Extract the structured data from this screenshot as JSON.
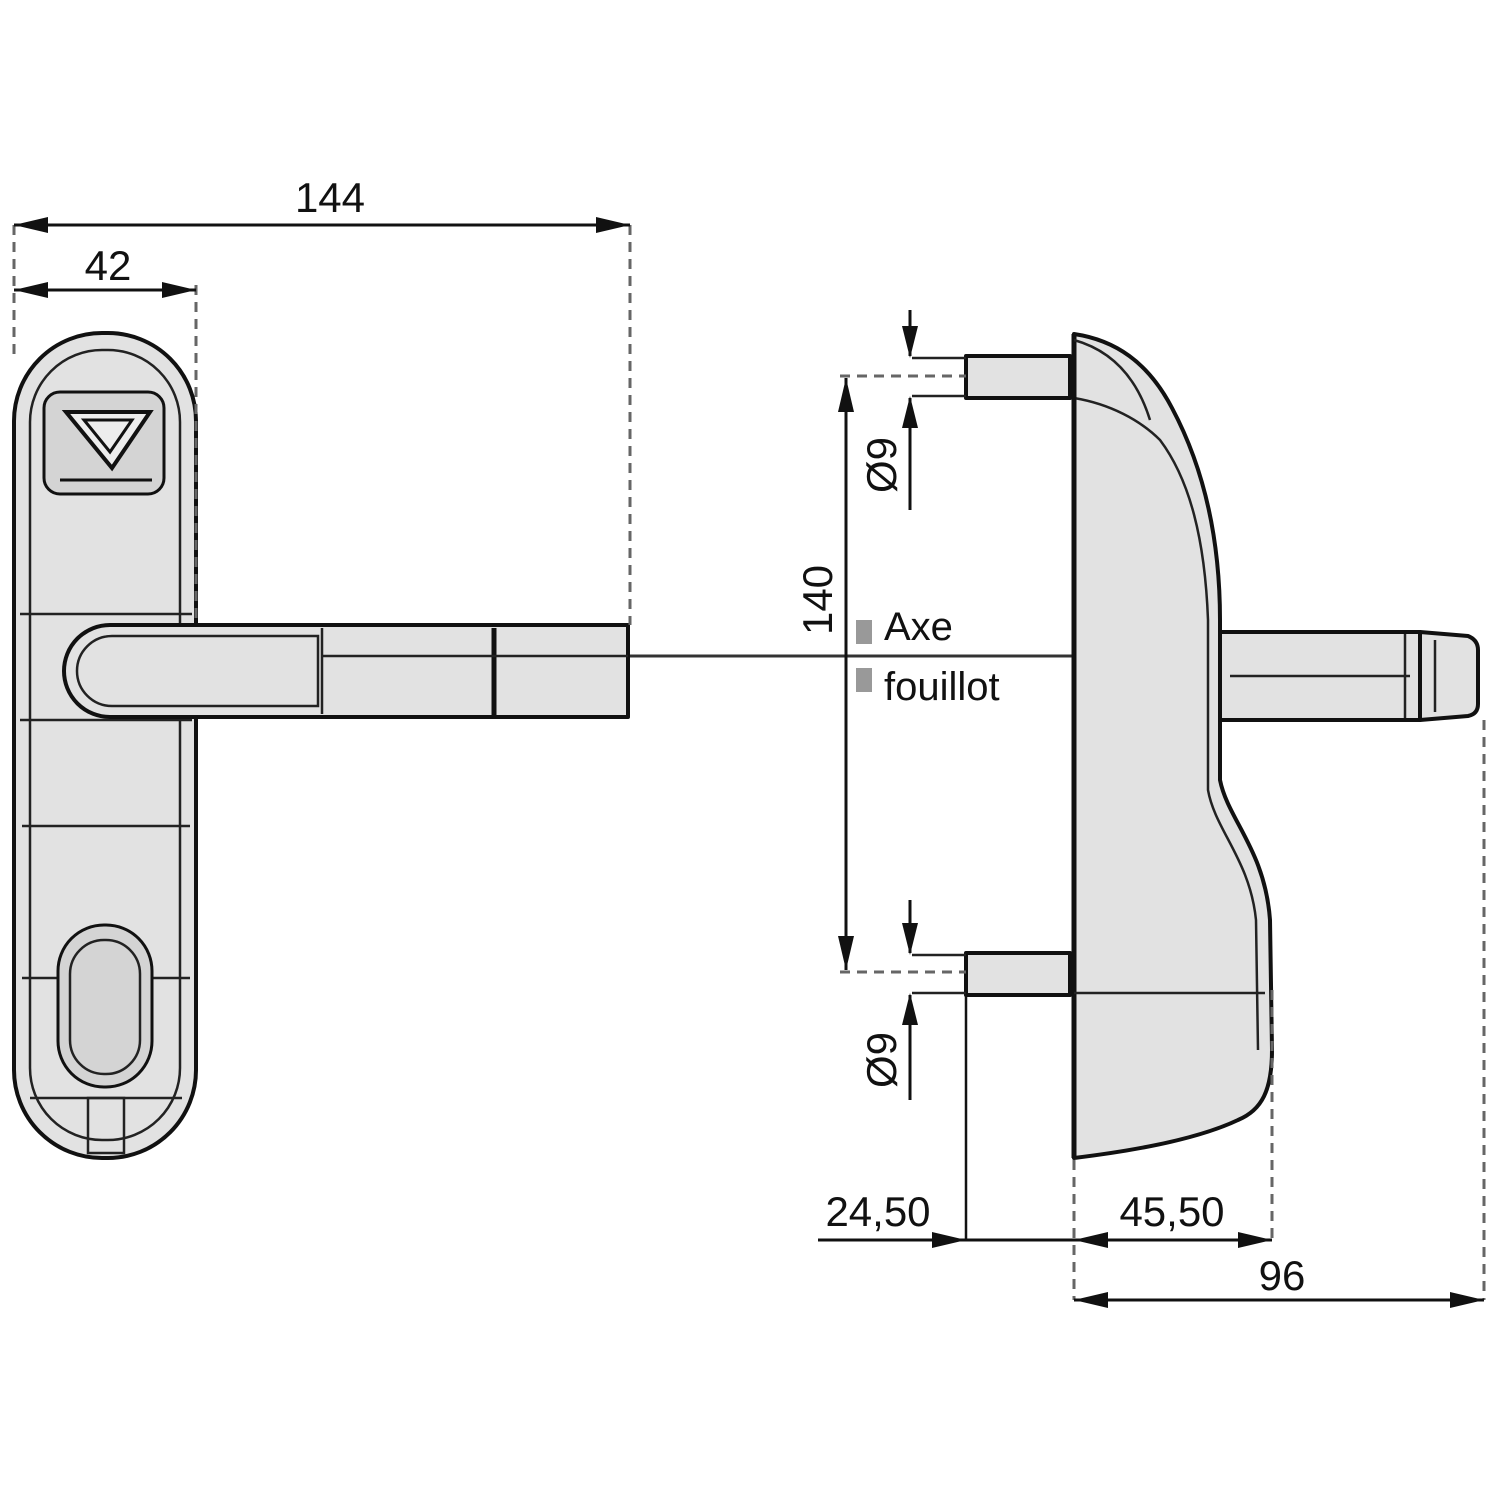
{
  "dimensions": {
    "overall_lever_length": "144",
    "plate_width": "42",
    "fixing_spacing": "140",
    "fixing_diameter_top": "Ø9",
    "fixing_diameter_bottom": "Ø9",
    "stud_projection": "24,50",
    "rose_depth": "45,50",
    "overall_projection": "96"
  },
  "labels": {
    "axis_line1": "Axe",
    "axis_line2": "fouillot"
  }
}
